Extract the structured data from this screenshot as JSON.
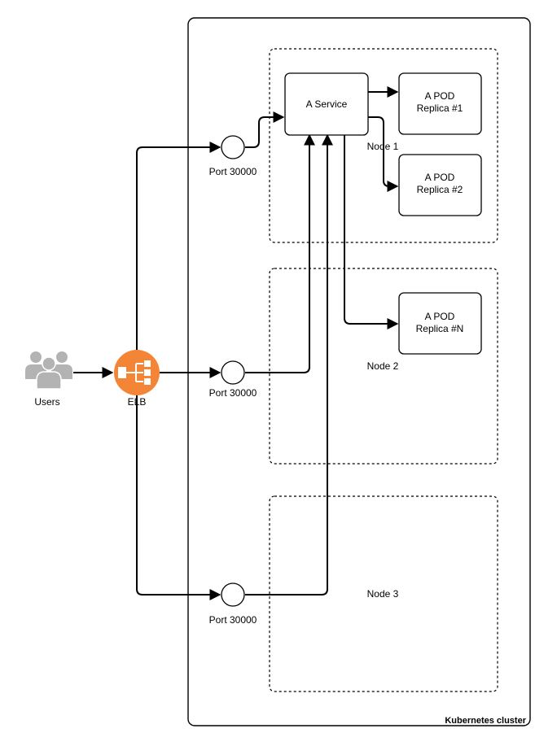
{
  "cluster": {
    "label": "Kubernetes cluster"
  },
  "nodes": {
    "node1": "Node 1",
    "node2": "Node 2",
    "node3": "Node 3"
  },
  "service": {
    "label": "A Service"
  },
  "pods": [
    {
      "line1": "A POD",
      "line2": "Replica #1"
    },
    {
      "line1": "A POD",
      "line2": "Replica #2"
    },
    {
      "line1": "A POD",
      "line2": "Replica #N"
    }
  ],
  "ports": [
    "Port 30000",
    "Port 30000",
    "Port 30000"
  ],
  "actors": {
    "users_label": "Users",
    "elb_label": "ELB"
  },
  "colors": {
    "elb_fill": "#F58536",
    "users_fill": "#B3B3B3",
    "stroke": "#000000"
  },
  "icons": {
    "users": "users-group-icon",
    "elb": "load-balancer-icon"
  }
}
